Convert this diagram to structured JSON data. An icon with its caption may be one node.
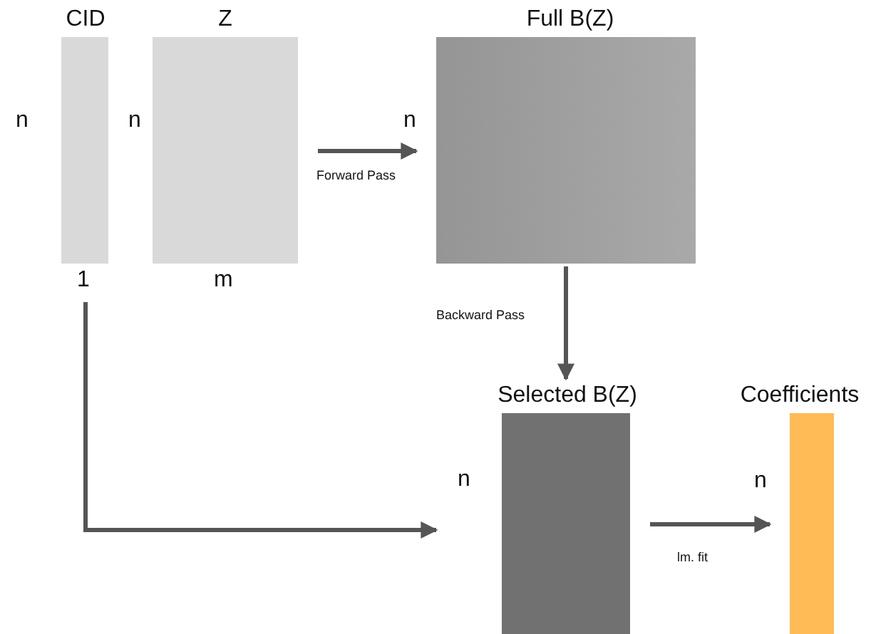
{
  "diagram": {
    "nodes": [
      {
        "text": [
          "CID"
        ],
        "beside": [
          "n",
          "1"
        ]
      },
      {
        "text": [
          "Z"
        ],
        "beside": [
          "n",
          "m"
        ]
      },
      {
        "text": [
          "Full B(Z)"
        ],
        "beside": [
          "n"
        ]
      },
      {
        "text": [
          "Selected B(Z)"
        ],
        "beside": [
          "n"
        ]
      },
      {
        "text": [
          "Coefficients"
        ],
        "beside": [
          "n"
        ]
      }
    ],
    "edges": [
      {
        "from": 1,
        "to": 2,
        "arrow": "to",
        "label": "Forward Pass"
      },
      {
        "from": 2,
        "to": 3,
        "arrow": "to",
        "label": "Backward Pass"
      },
      {
        "from": 0,
        "to": 3,
        "arrow": "to"
      },
      {
        "from": 3,
        "to": 4,
        "arrow": "to",
        "label": "lm. fit"
      }
    ]
  }
}
